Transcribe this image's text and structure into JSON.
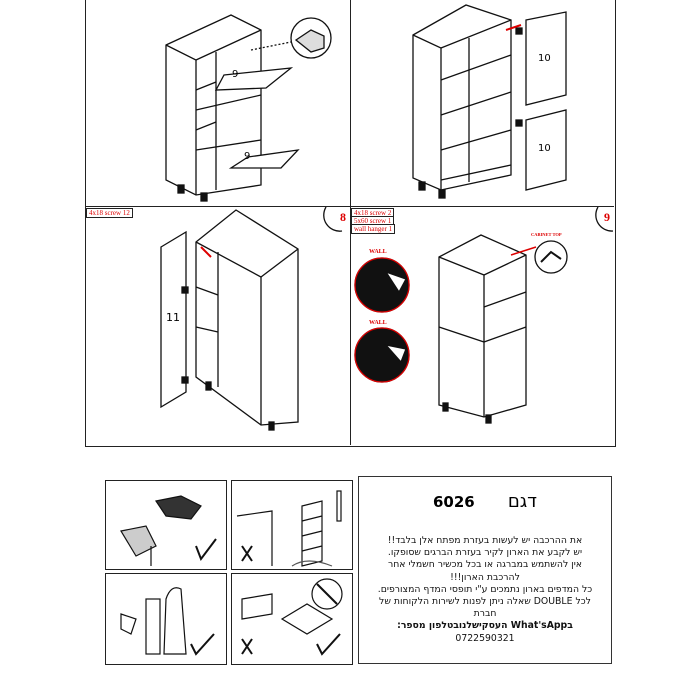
{
  "steps": [
    {
      "number": "",
      "parts": [],
      "callouts": [
        "9",
        "9"
      ]
    },
    {
      "number": "",
      "parts": [],
      "callouts": [
        "10",
        "10"
      ]
    },
    {
      "number": "8",
      "parts": [
        "4x18 screw 12"
      ],
      "callouts": [
        "11"
      ]
    },
    {
      "number": "9",
      "parts": [
        "4x18 screw 2",
        "5x60 screw 1",
        "wall hanger 1"
      ],
      "callouts": [
        "WALL",
        "WALL",
        "CABINET TOP"
      ]
    }
  ],
  "info": {
    "model_label": "דגם",
    "model_number": "6026",
    "lines": [
      "את ההרכבה יש לעשות בעזרת מפתח אלן בלבד!!",
      "יש לקבע את הארון לקיר בעזרת הברגים שסופקו.",
      "אין להשתמש במברגה או בכל מכשיר חשמלי אחר",
      "להרכבת הארון!!!",
      "כל המדפים בארון נתמכים ע\"י תופסי המדף המצורפים.",
      "לכל DOUBLE שאלה ניתן לפנות לשירות הלקוחות של",
      "חברת",
      "בWhat'sApp העסקישלנובטלפון מספר:",
      "0722590321"
    ]
  }
}
